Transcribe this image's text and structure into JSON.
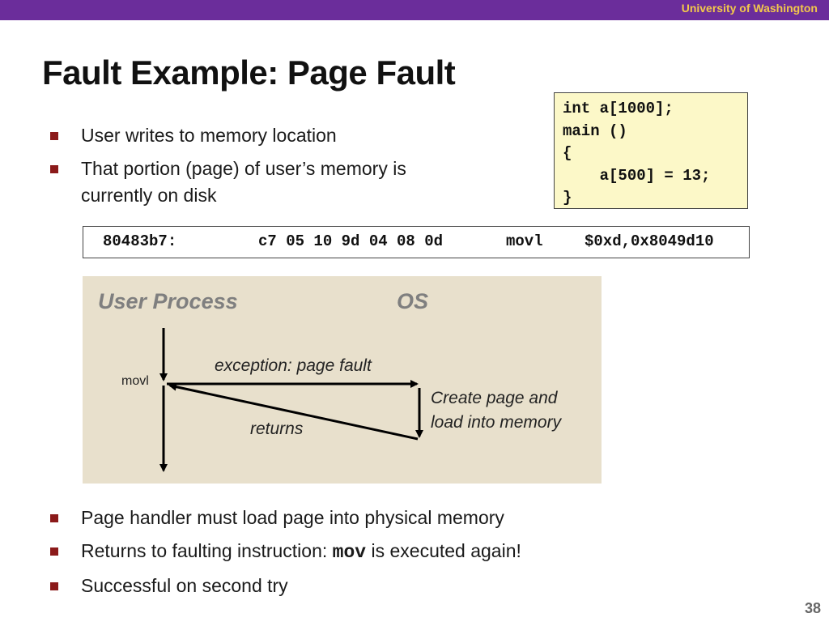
{
  "header": {
    "institution": "University of Washington"
  },
  "slide": {
    "title": "Fault Example: Page Fault",
    "page_number": "38"
  },
  "top_bullets": [
    "User writes to memory location",
    "That portion (page) of user’s memory is currently on disk"
  ],
  "code": {
    "lines": [
      "int a[1000];",
      "main ()",
      "{",
      "    a[500] = 13;",
      "}"
    ]
  },
  "asm": {
    "address": "80483b7:",
    "bytes": "c7 05 10 9d 04 08 0d",
    "mnemonic": "movl",
    "operands": "$0xd,0x8049d10"
  },
  "diagram": {
    "user_process_label": "User Process",
    "os_label": "OS",
    "movl_label": "movl",
    "exception_label": "exception: page fault",
    "returns_label": "returns",
    "os_action_line1": "Create page and",
    "os_action_line2": "load into memory"
  },
  "bottom_bullets": {
    "item1": "Page handler must load page into physical memory",
    "item2_prefix": "Returns to faulting instruction: ",
    "item2_code": "mov",
    "item2_suffix": " is executed again!",
    "item3": "Successful on second try"
  },
  "colors": {
    "header_bar": "#6b2d9b",
    "header_text": "#f2c84b",
    "bullet_marker": "#8b1a1a",
    "code_background": "#fcf8c8",
    "diagram_background": "#e8e0cc"
  }
}
